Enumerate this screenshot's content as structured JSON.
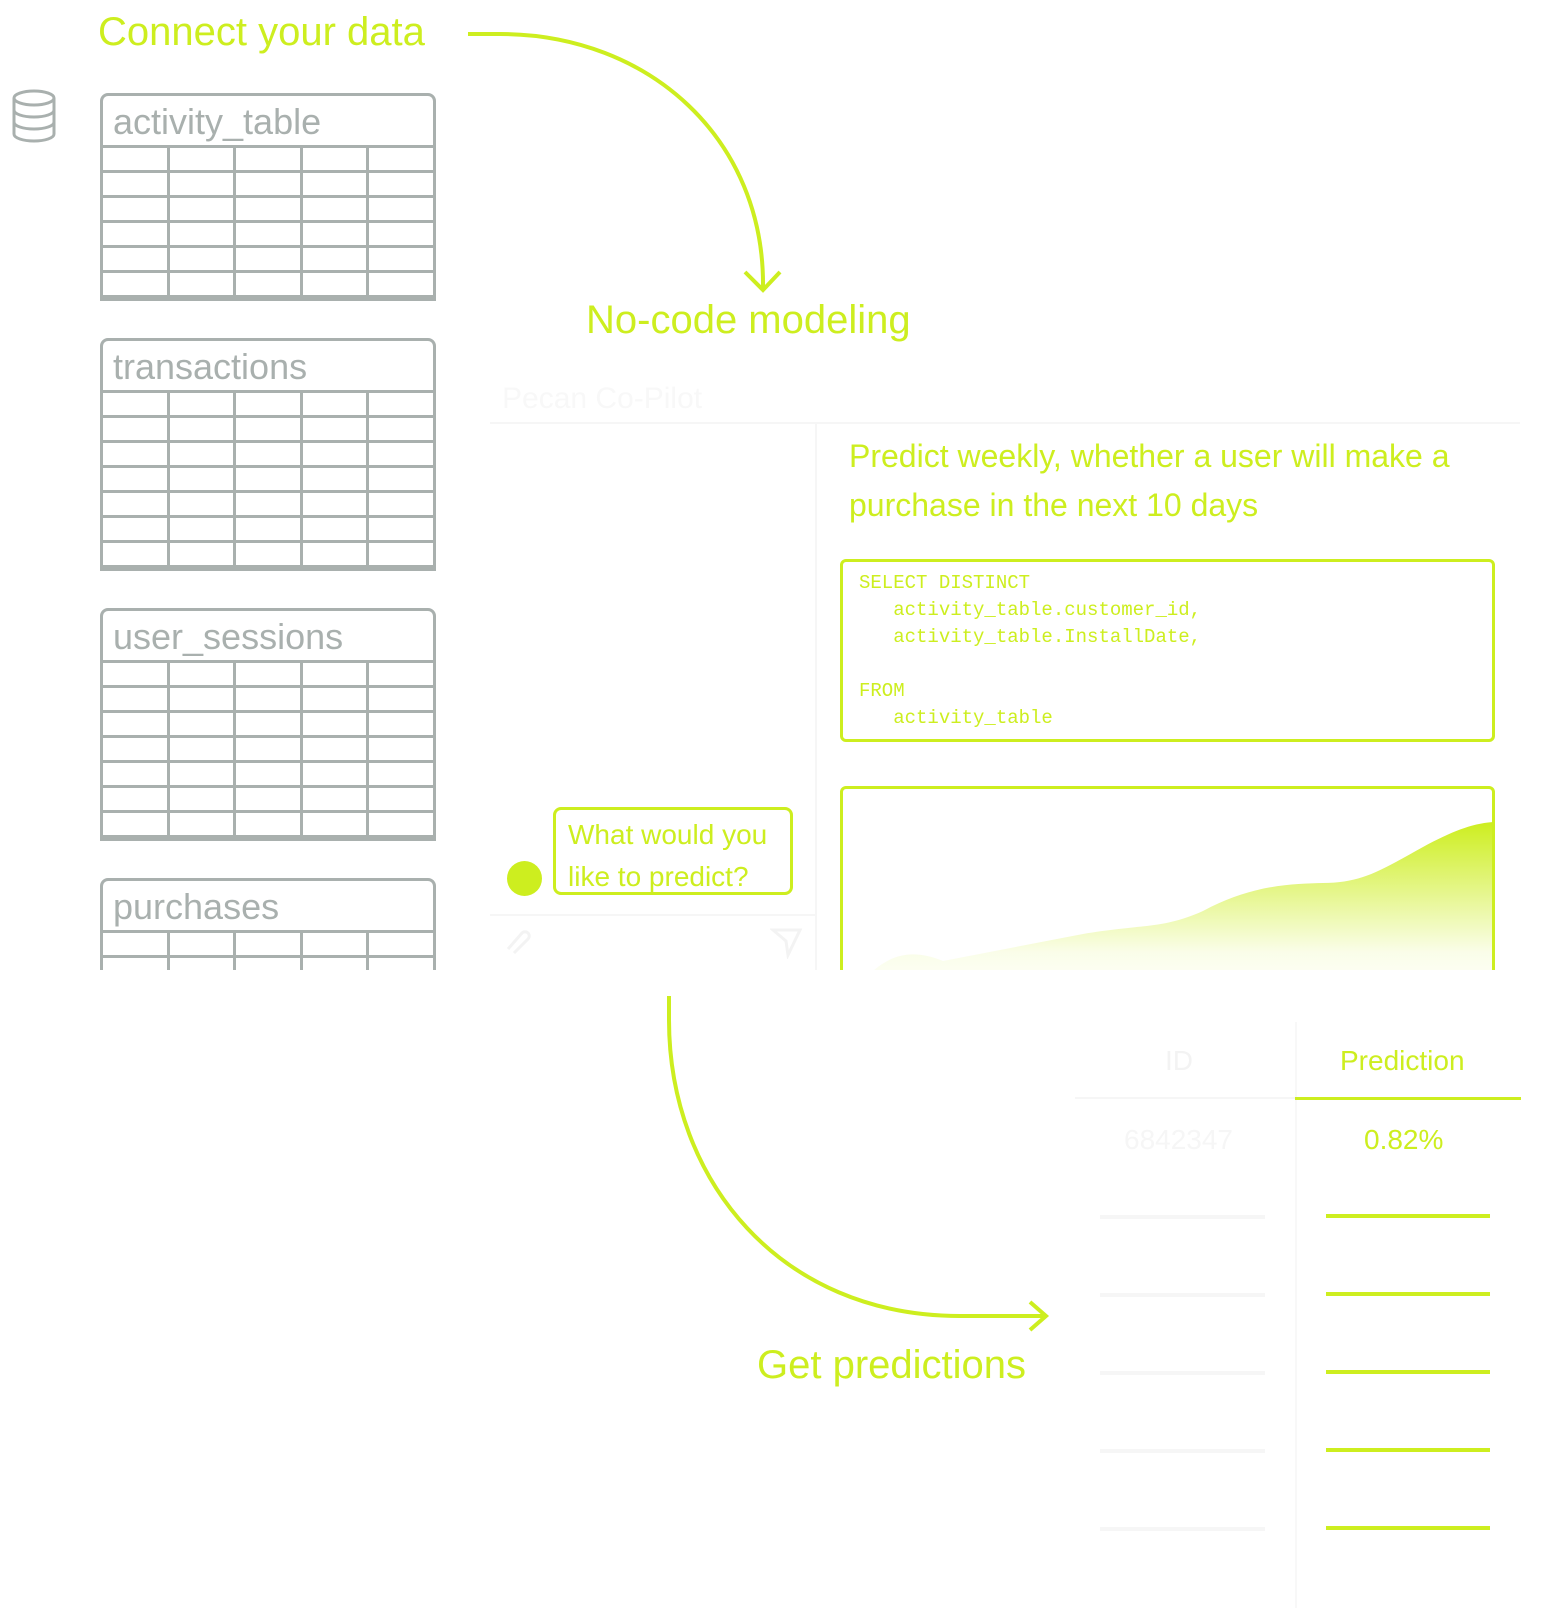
{
  "steps": {
    "connect": "Connect your data",
    "modeling": "No-code modeling",
    "predictions": "Get predictions"
  },
  "tables": [
    {
      "name": "activity_table"
    },
    {
      "name": "transactions"
    },
    {
      "name": "user_sessions"
    },
    {
      "name": "purchases"
    }
  ],
  "copilot": {
    "title": "Pecan Co-Pilot",
    "bot_message": "What would you like to predict?",
    "prompt": "Predict weekly, whether a user will make a purchase in the next 10 days",
    "code": "SELECT DISTINCT\n   activity_table.customer_id,\n   activity_table.InstallDate,\n\nFROM\n   activity_table"
  },
  "results": {
    "col_id": "ID",
    "col_prediction": "Prediction",
    "rows": [
      {
        "id": "6842347",
        "prediction": "0.82%"
      }
    ]
  },
  "colors": {
    "accent": "#cdee1f",
    "grey": "#a9b0ae"
  }
}
